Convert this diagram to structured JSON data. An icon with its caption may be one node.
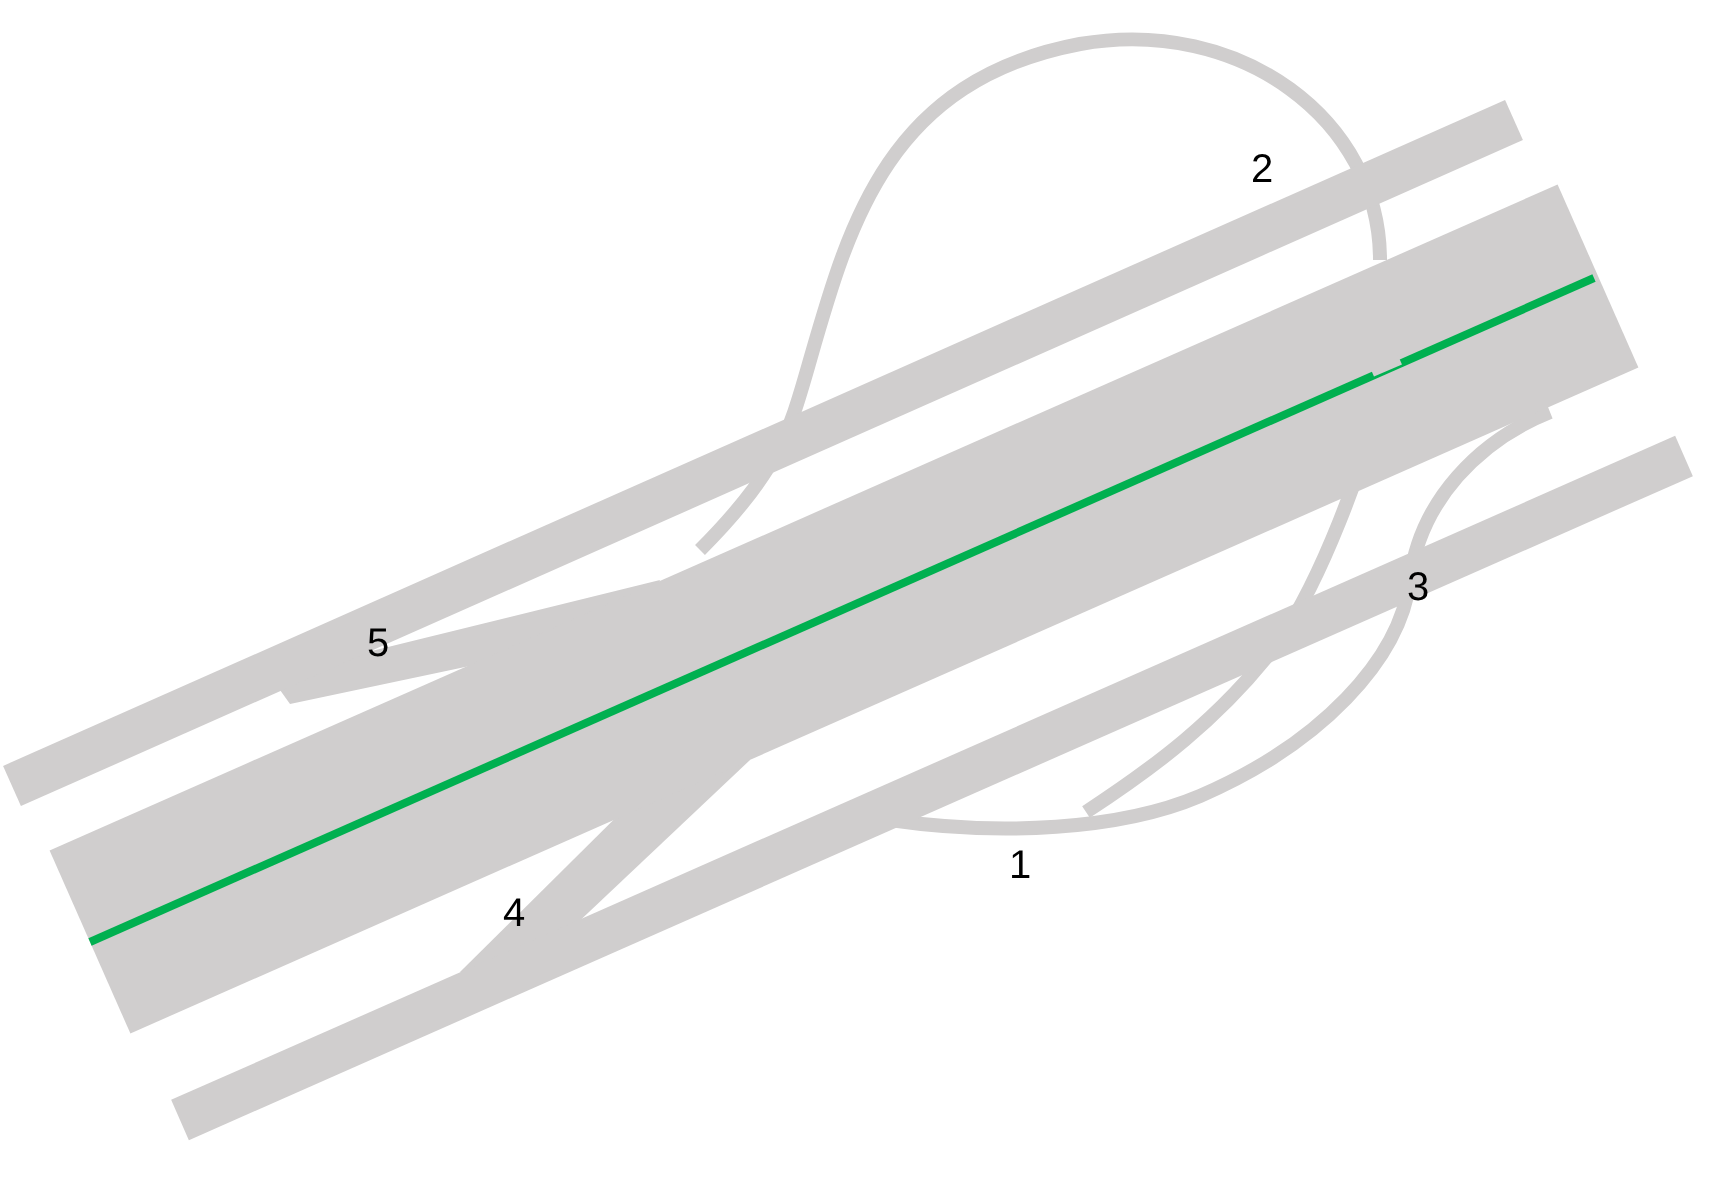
{
  "diagram": {
    "labels": [
      "2",
      "3",
      "5",
      "1",
      "4"
    ]
  }
}
